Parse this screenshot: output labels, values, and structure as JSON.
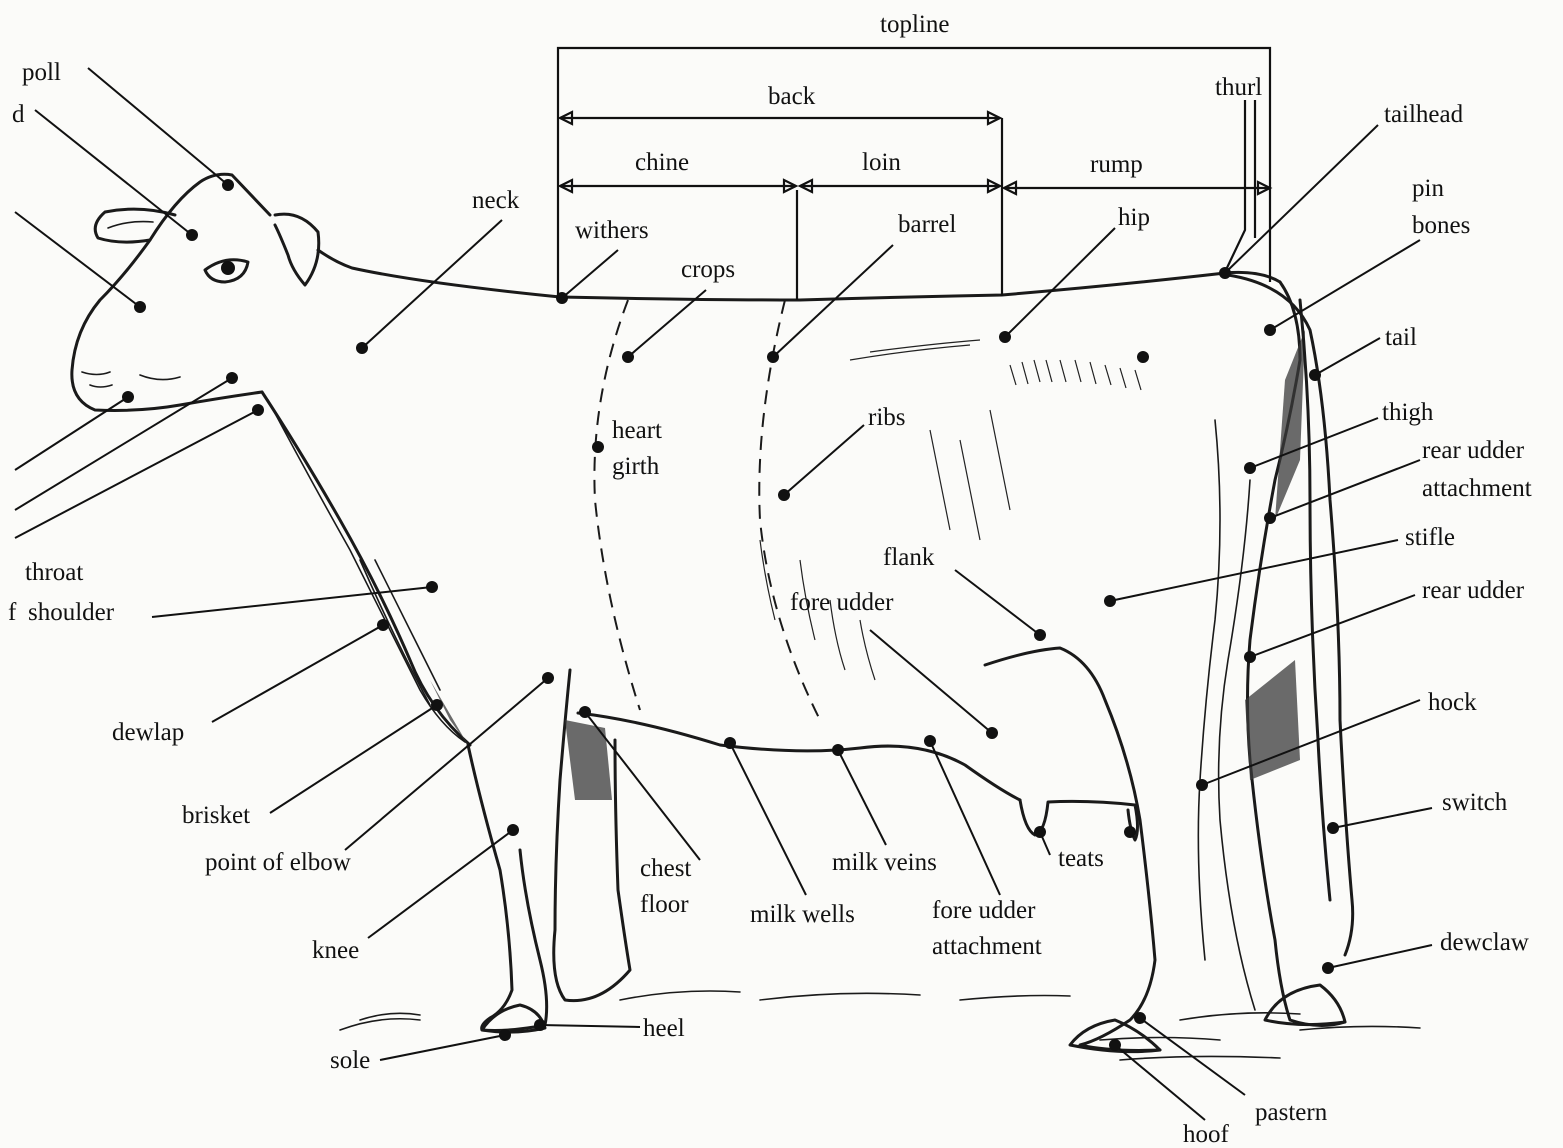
{
  "labels": {
    "topline": "topline",
    "back": "back",
    "chine": "chine",
    "loin": "loin",
    "rump": "rump",
    "thurl": "thurl",
    "tailhead": "tailhead",
    "pin_bones_1": "pin",
    "pin_bones_2": "bones",
    "tail": "tail",
    "thigh": "thigh",
    "rear_udder_attachment_1": "rear udder",
    "rear_udder_attachment_2": "attachment",
    "stifle": "stifle",
    "rear_udder": "rear udder",
    "hock": "hock",
    "switch": "switch",
    "dewclaw": "dewclaw",
    "pastern": "pastern",
    "hoof": "hoof",
    "teats": "teats",
    "fore_udder_attachment_1": "fore udder",
    "fore_udder_attachment_2": "attachment",
    "milk_veins": "milk veins",
    "milk_wells": "milk wells",
    "chest_floor_1": "chest",
    "chest_floor_2": "floor",
    "heel": "heel",
    "sole": "sole",
    "knee": "knee",
    "point_of_elbow": "point of elbow",
    "brisket": "brisket",
    "dewlap": "dewlap",
    "shoulder": "shoulder",
    "shoulder_prefix": "f",
    "throat": "throat",
    "poll": "poll",
    "forehead_partial": "d",
    "neck": "neck",
    "withers": "withers",
    "crops": "crops",
    "barrel": "barrel",
    "hip": "hip",
    "heart_girth_1": "heart",
    "heart_girth_2": "girth",
    "ribs": "ribs",
    "flank": "flank",
    "fore_udder": "fore udder"
  }
}
